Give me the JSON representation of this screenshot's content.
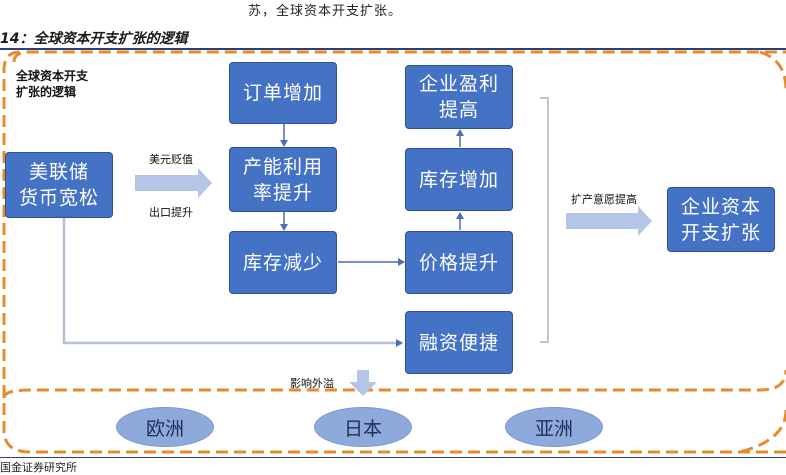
{
  "header": {
    "top_text": "苏，全球资本开支扩张。",
    "figure_title": "14：全球资本开支扩张的逻辑"
  },
  "diagram": {
    "side_title": "全球资本开支\n扩张的逻辑",
    "nodes": {
      "us_policy": "美联储\n货币宽松",
      "orders_up": "订单增加",
      "capacity_up": "产能利用\n率提升",
      "inventory_down": "库存减少",
      "profit_up": "企业盈利\n提高",
      "inventory_up": "库存增加",
      "price_up": "价格提升",
      "financing": "融资便捷",
      "capex_expand": "企业资本\n开支扩张"
    },
    "labels": {
      "usd_depreciation": "美元贬值",
      "export_up": "出口提升",
      "expansion_will": "扩产意愿提高",
      "spillover": "影响外溢"
    },
    "regions": [
      "欧洲",
      "日本",
      "亚洲"
    ]
  },
  "footer": {
    "source": "国金证券研究所"
  },
  "colors": {
    "node_fill": "#4472c4",
    "arrow_fill": "#b4c6e7",
    "frame_dash": "#e58b2e",
    "ellipse_fill": "#8ea9db"
  }
}
